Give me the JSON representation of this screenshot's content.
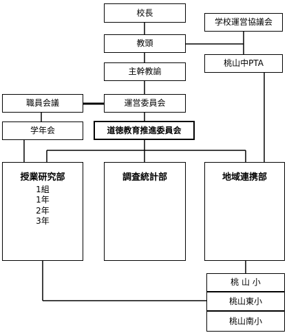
{
  "org_chart": {
    "boxes": {
      "principal": "校長",
      "school_council": "学校運営協議会",
      "vice_principal": "教頭",
      "pta": "桃山中PTA",
      "senior_teacher": "主幹教諭",
      "staff_meeting": "職員会議",
      "steering_committee": "運営委員会",
      "grade_meeting": "学年会",
      "moral_education_committee": "道徳教育推進委員会",
      "research_dept": "授業研究部",
      "survey_dept": "調査統計部",
      "community_dept": "地域連携部",
      "momoyama_elem": "桃 山 小",
      "momoyama_east_elem": "桃山東小",
      "momoyama_south_elem": "桃山南小"
    },
    "research_dept_groups": [
      "1組",
      "1年",
      "2年",
      "3年"
    ]
  }
}
